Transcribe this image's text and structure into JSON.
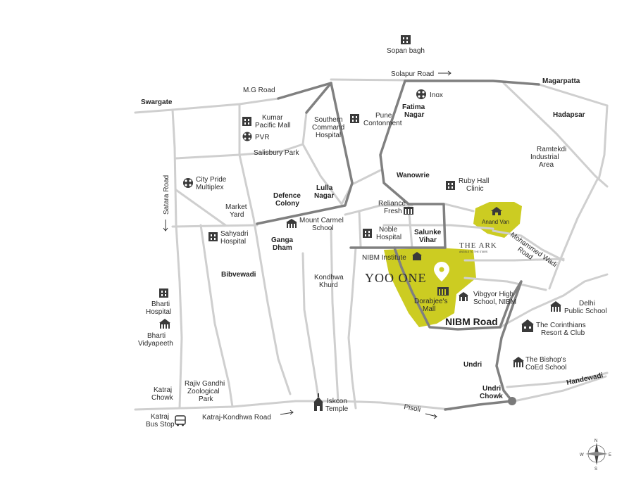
{
  "brand": {
    "project_name": "YOO ONE",
    "ark_name": "THE ARK",
    "ark_tagline": "ANGELS TO THE STARS"
  },
  "roads": {
    "solapur": "Solapur Road",
    "mg": "M.G Road",
    "satara": "Satara Road",
    "nibm": "NIBM Road",
    "mohammed_wadi": "Mohammed Wadi Road",
    "katraj_kondhwa": "Katraj-Kondhwa Road",
    "pisoli": "Pisoli",
    "handewadi": "Handewadi"
  },
  "areas": {
    "swargate": "Swargate",
    "magarpatta": "Magarpatta",
    "hadapsar": "Hadapsar",
    "fatima_nagar": [
      "Fatima",
      "Nagar"
    ],
    "wanowrie": "Wanowrie",
    "lulla_nagar": [
      "Lulla",
      "Nagar"
    ],
    "defence_colony": [
      "Defence",
      "Colony"
    ],
    "ganga_dham": [
      "Ganga",
      "Dham"
    ],
    "salunke_vihar": [
      "Salunke",
      "Vihar"
    ],
    "undri": "Undri",
    "undri_chowk": [
      "Undri",
      "Chowk"
    ]
  },
  "places": {
    "sopan_bagh": "Sopan bagh",
    "inox": "Inox",
    "kumar_pacific": [
      "Kumar",
      "Pacific Mall"
    ],
    "pvr": "PVR",
    "southern_command": [
      "Southern",
      "Command",
      "Hospital"
    ],
    "pune_cantonment": [
      "Pune",
      "Contonment"
    ],
    "salisbury_park": "Salisbury Park",
    "ramtekdi": [
      "Ramtekdi",
      "Industrial",
      "Area"
    ],
    "city_pride": [
      "City Pride",
      "Multiplex"
    ],
    "ruby_hall": [
      "Ruby Hall",
      "Clinic"
    ],
    "market_yard": [
      "Market",
      "Yard"
    ],
    "reliance_fresh": [
      "Reliance",
      "Fresh"
    ],
    "anand_van": "Anand Van",
    "mount_carmel": [
      "Mount Carmel",
      "School"
    ],
    "sahyadri": [
      "Sahyadri",
      "Hospital"
    ],
    "noble": [
      "Noble",
      "Hospital"
    ],
    "nibm_institute": "NIBM Institute",
    "bibvewadi": "Bibvewadi",
    "kondhwa_khurd": [
      "Kondhwa",
      "Khurd"
    ],
    "dorabjees": [
      "Dorabjee's",
      "Mall"
    ],
    "vibgyor": [
      "Vibgyor High",
      "School, NIBM"
    ],
    "delhi_public": [
      "Delhi",
      "Public School"
    ],
    "bharti_hospital": [
      "Bharti",
      "Hospital"
    ],
    "bharti_vidyapeeth": [
      "Bharti",
      "Vidyapeeth"
    ],
    "corinthians": [
      "The Corinthians",
      "Resort & Club"
    ],
    "bishops": [
      "The Bishop's",
      "CoEd School"
    ],
    "katraj_chowk": [
      "Katraj",
      "Chowk"
    ],
    "rajiv_gandhi": [
      "Rajiv Gandhi",
      "Zoological",
      "Park"
    ],
    "iskcon": [
      "Iskcon",
      "Temple"
    ],
    "katraj_bus": [
      "Katraj",
      "Bus Stop"
    ]
  },
  "compass": {
    "n": "N",
    "s": "S",
    "e": "E",
    "w": "W"
  },
  "colors": {
    "highlight": "#cccc22",
    "road": "#cfcfcf",
    "main_road": "#808080",
    "text": "#2b2b2b"
  }
}
